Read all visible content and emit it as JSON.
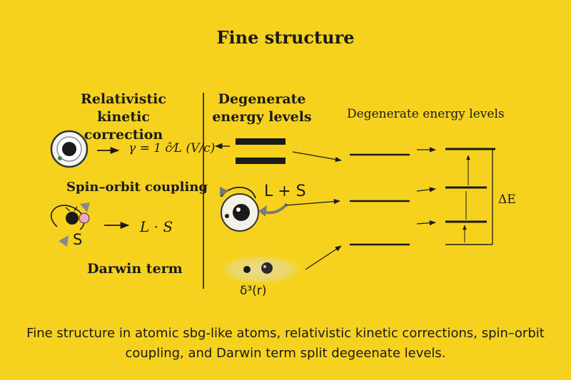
{
  "title": "Fine structure",
  "left": {
    "relativistic_heading": "Relativistic kinetic correction",
    "gamma_formula": "γ = 1 ĉ⁄L (V/c)",
    "spin_heading": "Spin–orbit coupling",
    "ls_formula": "L · S",
    "s_label": "S",
    "darwin_heading": "Darwin term"
  },
  "middle": {
    "heading": "Degenerate energy levels",
    "lps_label": "L + S",
    "darwin_formula": "δ³(r)"
  },
  "right": {
    "heading": "Degenerate energy levels",
    "delta_label": "ΔE"
  },
  "caption": "Fine structure in atomic sbg-like atoms, relativistic kinetic corrections, spin–orbit coupling, and Darwin term split degeenate levels.",
  "colors": {
    "background": "#f6d21f",
    "ink": "#1a1a1a",
    "arrow_grey": "#7a7a7a"
  },
  "icons": [
    "atom-icon",
    "spinning-electron-icon",
    "eye-orbit-icon",
    "darwin-cloud-icon"
  ]
}
